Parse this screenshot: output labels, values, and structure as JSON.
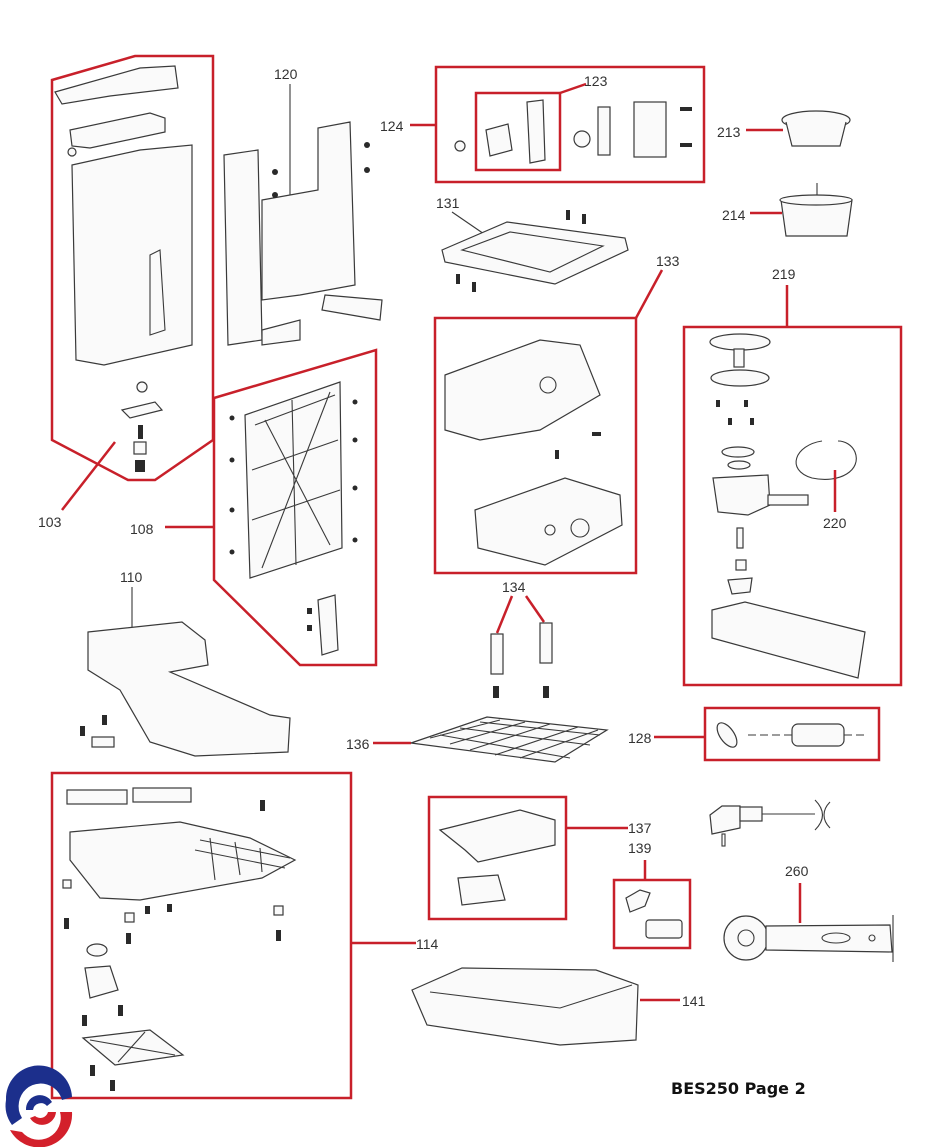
{
  "footer": {
    "text": "BES250 Page 2"
  },
  "logo": {
    "name": "breville-swirl-logo",
    "colors": {
      "blue": "#1c2f8c",
      "red": "#d3202b"
    }
  },
  "accent_color": "#c8202a",
  "callouts": {
    "p103": "103",
    "p108": "108",
    "p110": "110",
    "p114": "114",
    "p120": "120",
    "p123": "123",
    "p124": "124",
    "p128": "128",
    "p131": "131",
    "p133": "133",
    "p134": "134",
    "p136": "136",
    "p137": "137",
    "p139": "139",
    "p141": "141",
    "p213": "213",
    "p214": "214",
    "p219": "219",
    "p220": "220",
    "p260": "260"
  }
}
